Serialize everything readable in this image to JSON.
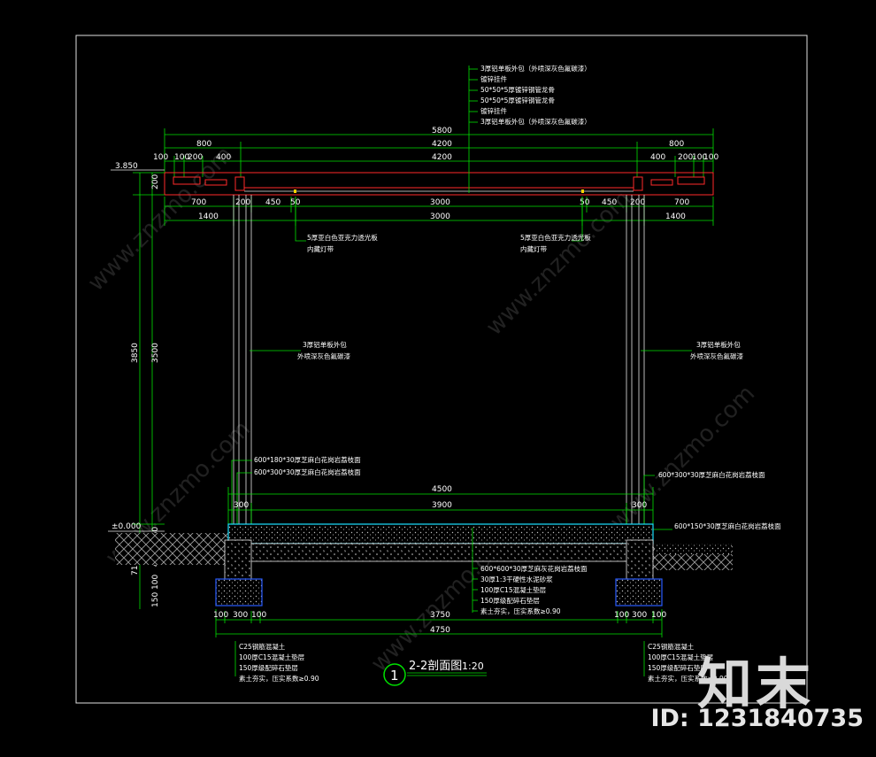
{
  "drawing": {
    "title": "2-2剖面图",
    "scale": "1:20",
    "index": "1"
  },
  "dimensions": {
    "top_total": "5800",
    "top_800_left": "800",
    "top_4200_a": "4200",
    "top_800_right": "800",
    "top_4200_b": "4200",
    "row3_left": [
      "100",
      "100",
      "200",
      "400"
    ],
    "row3_right": [
      "400",
      "200",
      "100",
      "100"
    ],
    "beam_row": [
      "700",
      "200",
      "450",
      "50",
      "3000",
      "50",
      "450",
      "200",
      "700"
    ],
    "row5": [
      "1400",
      "3000",
      "1400"
    ],
    "level_top": "3.850",
    "beam_h": "200",
    "left_3850": "3850",
    "left_3500": "3500",
    "level_zero": "±0.000",
    "left_150": "150",
    "left_400": "400",
    "left_710": "710",
    "left_150_100": "150 100",
    "slab_4500": "4500",
    "slab_300_l": "300",
    "slab_3900": "3900",
    "slab_300_r": "300",
    "found_row": [
      "100",
      "300",
      "100",
      "3750",
      "100",
      "300",
      "100"
    ],
    "found_total": "4750"
  },
  "annotations": {
    "roof_notes": [
      "3厚铝单板外包（外喷深灰色氟碳漆）",
      "镀锌挂件",
      "50*50*5厚镀锌钢管龙骨",
      "50*50*5厚镀锌钢管龙骨",
      "镀锌挂件",
      "3厚铝单板外包（外喷深灰色氟碳漆）"
    ],
    "beam_note_left": [
      "5厚亚白色亚克力透光板",
      "内藏灯带"
    ],
    "beam_note_right": [
      "5厚亚白色亚克力透光板",
      "内藏灯带"
    ],
    "column_note_left": [
      "3厚铝单板外包",
      "外喷深灰色氟碳漆"
    ],
    "column_note_right": [
      "3厚铝单板外包",
      "外喷深灰色氟碳漆"
    ],
    "stone_left": [
      "600*180*30厚芝麻白花岗岩荔枝面",
      "600*300*30厚芝麻白花岗岩荔枝面"
    ],
    "stone_right": [
      "600*300*30厚芝麻白花岗岩荔枝面"
    ],
    "stone_edge": "600*150*30厚芝麻白花岗岩荔枝面",
    "floor_layers": [
      "600*600*30厚芝麻灰花岗岩荔枝面",
      "30厚1:3干硬性水泥砂浆",
      "100厚C15混凝土垫层",
      "150厚级配碎石垫层",
      "素土夯实，压实系数≥0.90"
    ],
    "found_left": [
      "C25钢筋混凝土",
      "100厚C15混凝土垫层",
      "150厚级配碎石垫层",
      "素土夯实，压实系数≥0.90"
    ],
    "found_right": [
      "C25钢筋混凝土",
      "100厚C15混凝土垫层",
      "150厚级配碎石垫层",
      "素土夯实，压实系数≥0.90"
    ]
  },
  "watermark": {
    "text": "www.znzmo.com",
    "brand": "知末",
    "id_label": "ID: 1231840735"
  }
}
